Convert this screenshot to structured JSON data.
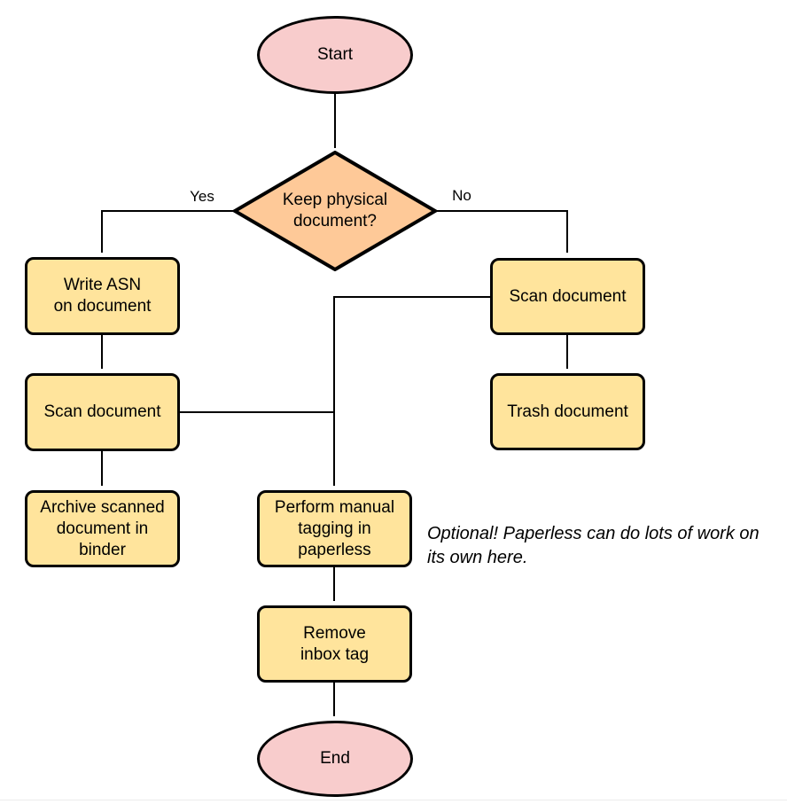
{
  "diagram": {
    "nodes": {
      "start": {
        "label": "Start"
      },
      "decision": {
        "label": "Keep physical\ndocument?"
      },
      "write_asn": {
        "label": "Write ASN\non document"
      },
      "scan_left": {
        "label": "Scan document"
      },
      "archive": {
        "label": "Archive scanned\ndocument in\nbinder"
      },
      "scan_right": {
        "label": "Scan document"
      },
      "trash": {
        "label": "Trash document"
      },
      "tagging": {
        "label": "Perform manual\ntagging in\npaperless"
      },
      "remove_inbox": {
        "label": "Remove\ninbox tag"
      },
      "end": {
        "label": "End"
      }
    },
    "edge_labels": {
      "yes": "Yes",
      "no": "No"
    },
    "note": "Optional! Paperless can do lots of work on\nits own here.",
    "colors": {
      "terminal_fill": "#f8cccc",
      "decision_fill": "#fec998",
      "process_fill": "#ffe49c",
      "stroke": "#000000"
    }
  }
}
